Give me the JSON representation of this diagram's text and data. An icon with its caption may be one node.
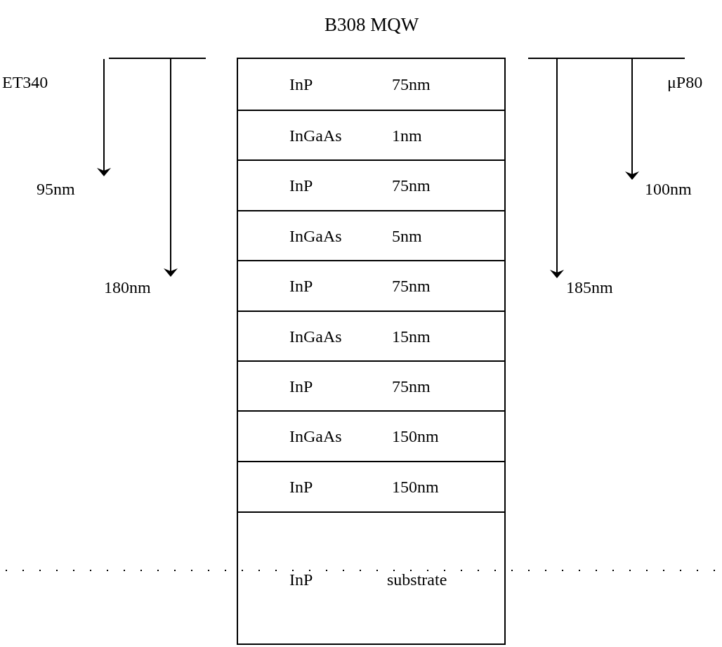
{
  "diagram": {
    "title": "B308 MQW",
    "nodes": [
      {
        "text": [
          "InP",
          "75nm"
        ]
      },
      {
        "text": [
          "InGaAs",
          "1nm"
        ]
      },
      {
        "text": [
          "InP",
          "75nm"
        ]
      },
      {
        "text": [
          "InGaAs",
          "5nm"
        ]
      },
      {
        "text": [
          "InP",
          "75nm"
        ]
      },
      {
        "text": [
          "InGaAs",
          "15nm"
        ]
      },
      {
        "text": [
          "InP",
          "75nm"
        ]
      },
      {
        "text": [
          "InGaAs",
          "150nm"
        ]
      },
      {
        "text": [
          "InP",
          "150nm"
        ]
      },
      {
        "text": [
          "InP",
          "substrate"
        ]
      }
    ],
    "labels": [
      "ET340",
      "μP80",
      "95nm",
      "100nm",
      "180nm",
      "185nm"
    ]
  }
}
